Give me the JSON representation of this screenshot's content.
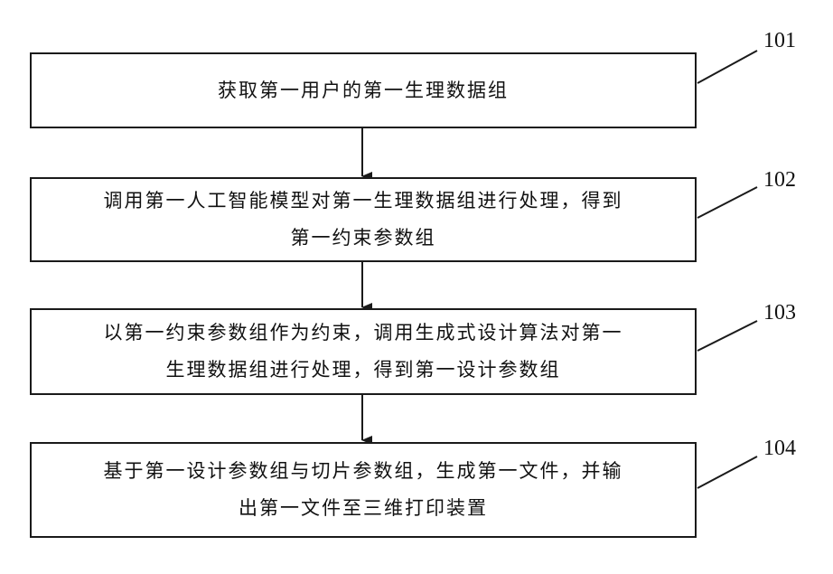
{
  "steps": [
    {
      "id": "101",
      "text": "获取第一用户的第一生理数据组"
    },
    {
      "id": "102",
      "text_line1": "调用第一人工智能模型对第一生理数据组进行处理，得到",
      "text_line2": "第一约束参数组"
    },
    {
      "id": "103",
      "text_line1": "以第一约束参数组作为约束，调用生成式设计算法对第一",
      "text_line2": "生理数据组进行处理，得到第一设计参数组"
    },
    {
      "id": "104",
      "text_line1": "基于第一设计参数组与切片参数组，生成第一文件，并输",
      "text_line2": "出第一文件至三维打印装置"
    }
  ]
}
